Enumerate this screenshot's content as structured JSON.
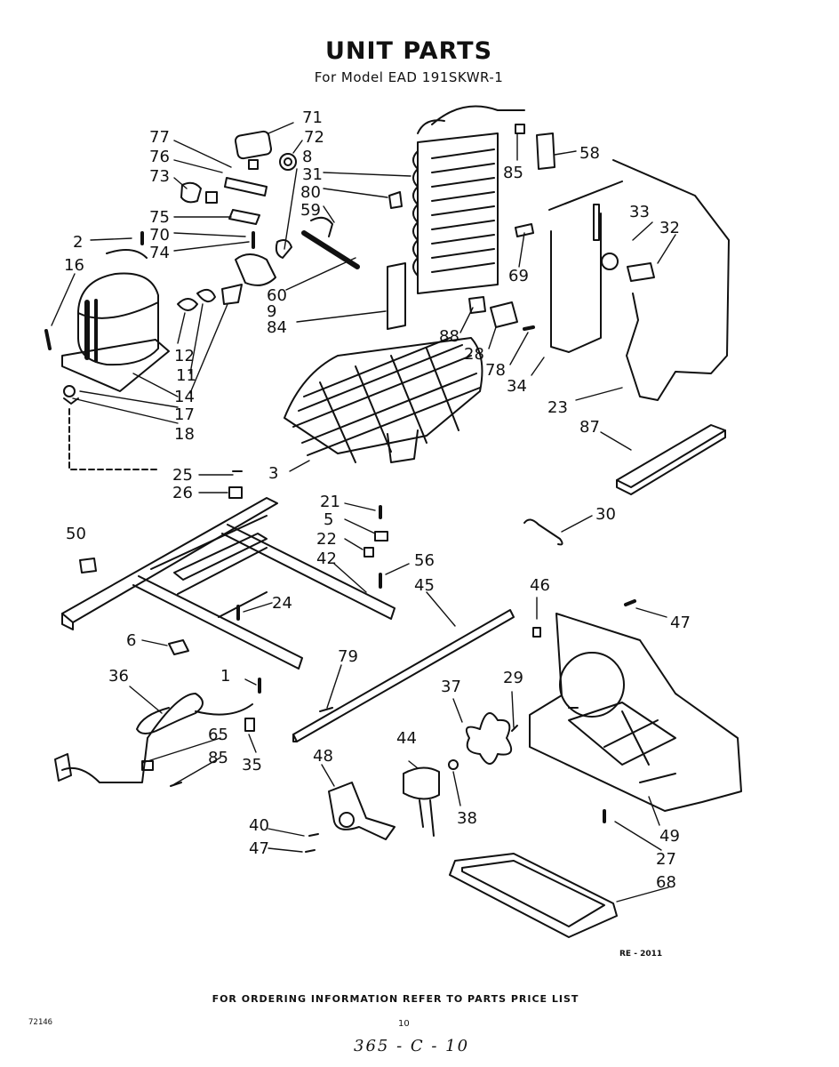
{
  "title": "UNIT PARTS",
  "subtitle": "For Model EAD 191SKWR-1",
  "ref_code": "RE - 2011",
  "footer": "FOR ORDERING INFORMATION REFER TO PARTS PRICE LIST",
  "doc_code": "72146",
  "page_number": "10",
  "handwritten_note": "365 - C - 10",
  "callouts": [
    "71",
    "72",
    "77",
    "8",
    "76",
    "31",
    "73",
    "80",
    "85",
    "58",
    "59",
    "75",
    "70",
    "33",
    "2",
    "74",
    "32",
    "16",
    "60",
    "69",
    "9",
    "84",
    "88",
    "12",
    "28",
    "11",
    "78",
    "14",
    "34",
    "17",
    "23",
    "18",
    "87",
    "3",
    "25",
    "26",
    "21",
    "5",
    "30",
    "50",
    "22",
    "56",
    "42",
    "45",
    "46",
    "24",
    "47",
    "6",
    "79",
    "1",
    "37",
    "29",
    "36",
    "65",
    "44",
    "85",
    "35",
    "48",
    "38",
    "49",
    "40",
    "27",
    "47",
    "68"
  ]
}
